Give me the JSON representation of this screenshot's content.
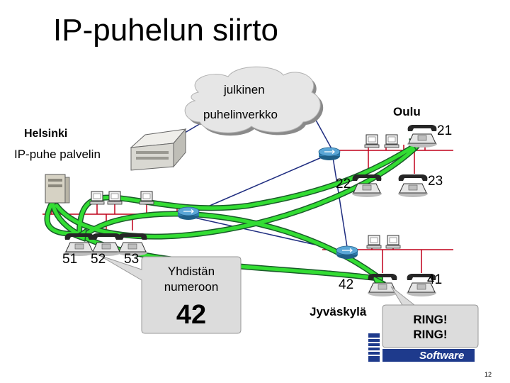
{
  "title": "IP-puhelun siirto",
  "cloud": {
    "line1": "julkinen",
    "line2": "puhelinverkko"
  },
  "sites": {
    "helsinki": "Helsinki",
    "oulu": "Oulu",
    "jyvaskyla": "Jyväskylä"
  },
  "server_label": "IP-puhe palvelin",
  "phones": {
    "p21": "21",
    "p22": "22",
    "p23": "23",
    "p41": "41",
    "p42": "42",
    "p51": "51",
    "p52": "52",
    "p53": "53"
  },
  "callout_transfer": {
    "line1": "Yhdistän",
    "line2": "numeroon",
    "number": "42"
  },
  "callout_ring": {
    "line1": "RING!",
    "line2": "RING!"
  },
  "logo_text": "Software",
  "page_number": "12",
  "colors": {
    "path_fill": "#33cc33",
    "path_outline": "#1a5c2a",
    "lan": "#c0001a",
    "link": "#1f2d80",
    "callout": "#dcdcdc",
    "router": "#2f7fb3",
    "logo": "#1e3a8c"
  }
}
